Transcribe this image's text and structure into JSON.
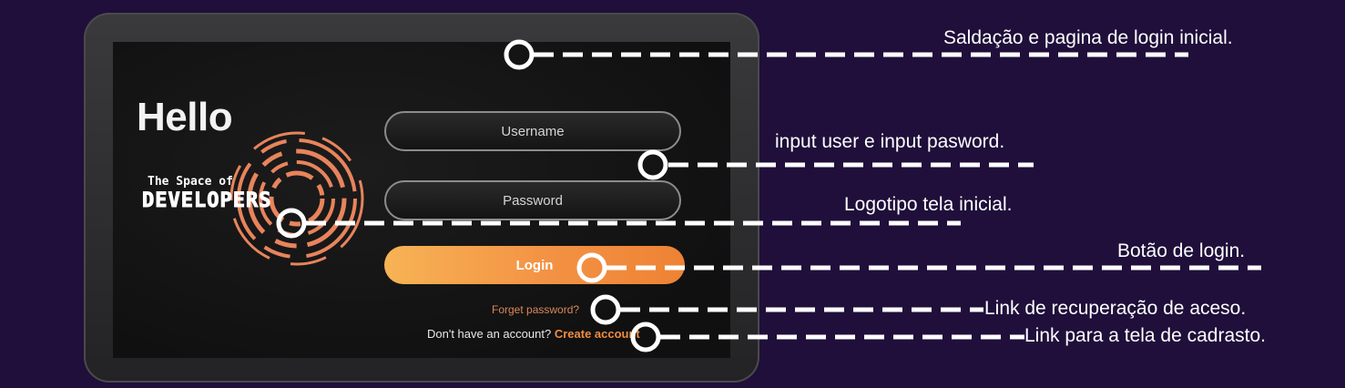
{
  "login_screen": {
    "greeting": "Hello",
    "logo": {
      "line1": "The Space of",
      "line2": "Developers"
    },
    "username_placeholder": "Username",
    "password_placeholder": "Password",
    "login_label": "Login",
    "forgot_password": "Forget password?",
    "no_account_text": "Don't have an account?",
    "create_account": "Create account"
  },
  "annotations": [
    "Saldação e pagina de login inicial.",
    "input user e input pasword.",
    "Logotipo tela inicial.",
    "Botão de login.",
    "Link de recuperação de aceso.",
    "Link para a tela de cadrasto."
  ],
  "colors": {
    "background": "#1f0f3a",
    "accent_orange": "#f39244",
    "logo_orange": "#e8845c",
    "annotation_line": "#ffffff"
  }
}
